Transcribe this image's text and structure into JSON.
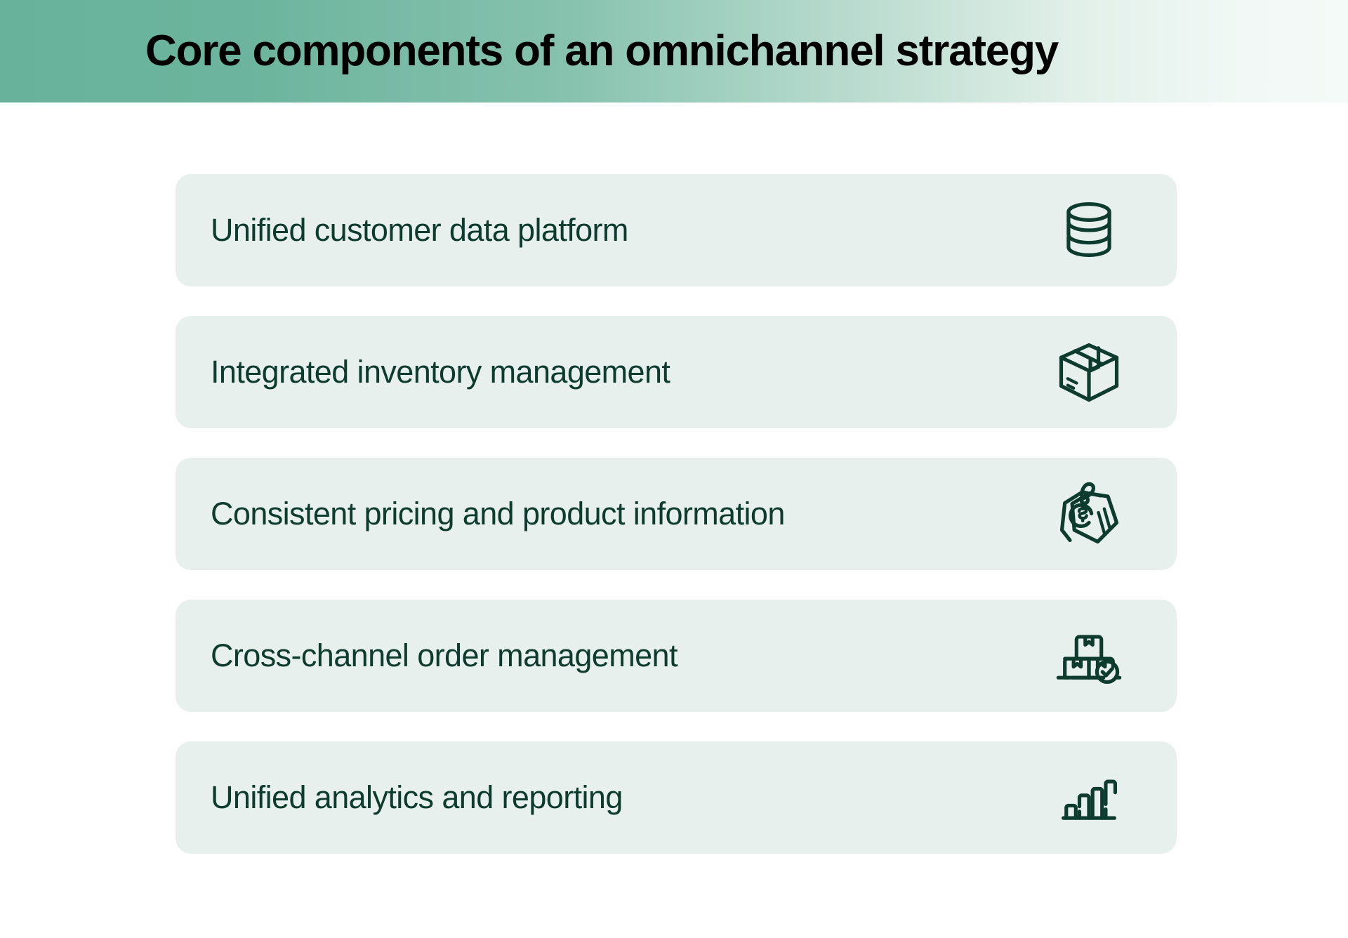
{
  "header": {
    "title": "Core components of an omnichannel strategy",
    "gradient_from": "#68b29b",
    "gradient_to": "#f4faf7",
    "title_color": "#000000"
  },
  "theme": {
    "page_background": "#ffffff",
    "card_background": "#e8f0ed",
    "card_text_color": "#0d3b2e",
    "icon_stroke_color": "#0d3b2e"
  },
  "cards": [
    {
      "label": "Unified customer data platform",
      "icon": "database-icon"
    },
    {
      "label": "Integrated inventory management",
      "icon": "shipping-box-icon"
    },
    {
      "label": "Consistent pricing and product information",
      "icon": "price-tags-icon"
    },
    {
      "label": "Cross-channel order management",
      "icon": "stacked-boxes-check-icon"
    },
    {
      "label": "Unified analytics and reporting",
      "icon": "bar-chart-icon"
    }
  ]
}
